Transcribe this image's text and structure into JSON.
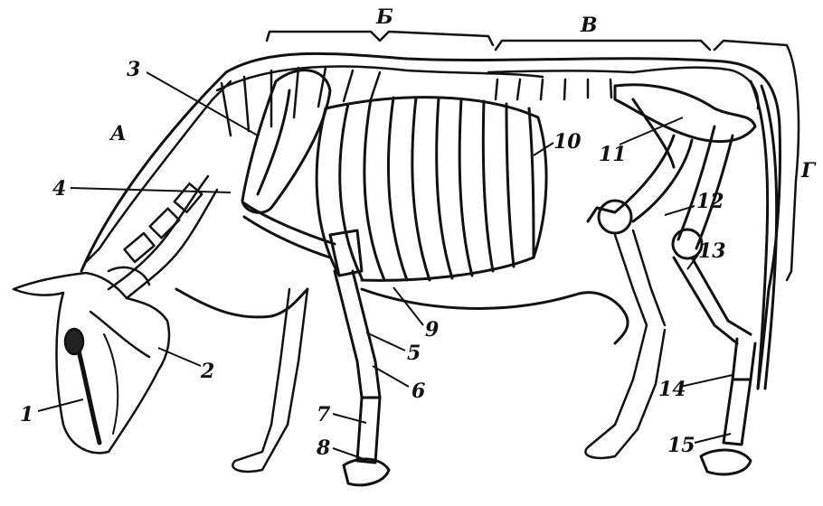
{
  "diagram": {
    "regions": {
      "A": "А",
      "B": "Б",
      "V": "В",
      "G": "Г"
    },
    "parts": [
      "1",
      "2",
      "3",
      "4",
      "5",
      "6",
      "7",
      "8",
      "9",
      "10",
      "11",
      "12",
      "13",
      "14",
      "15"
    ]
  }
}
